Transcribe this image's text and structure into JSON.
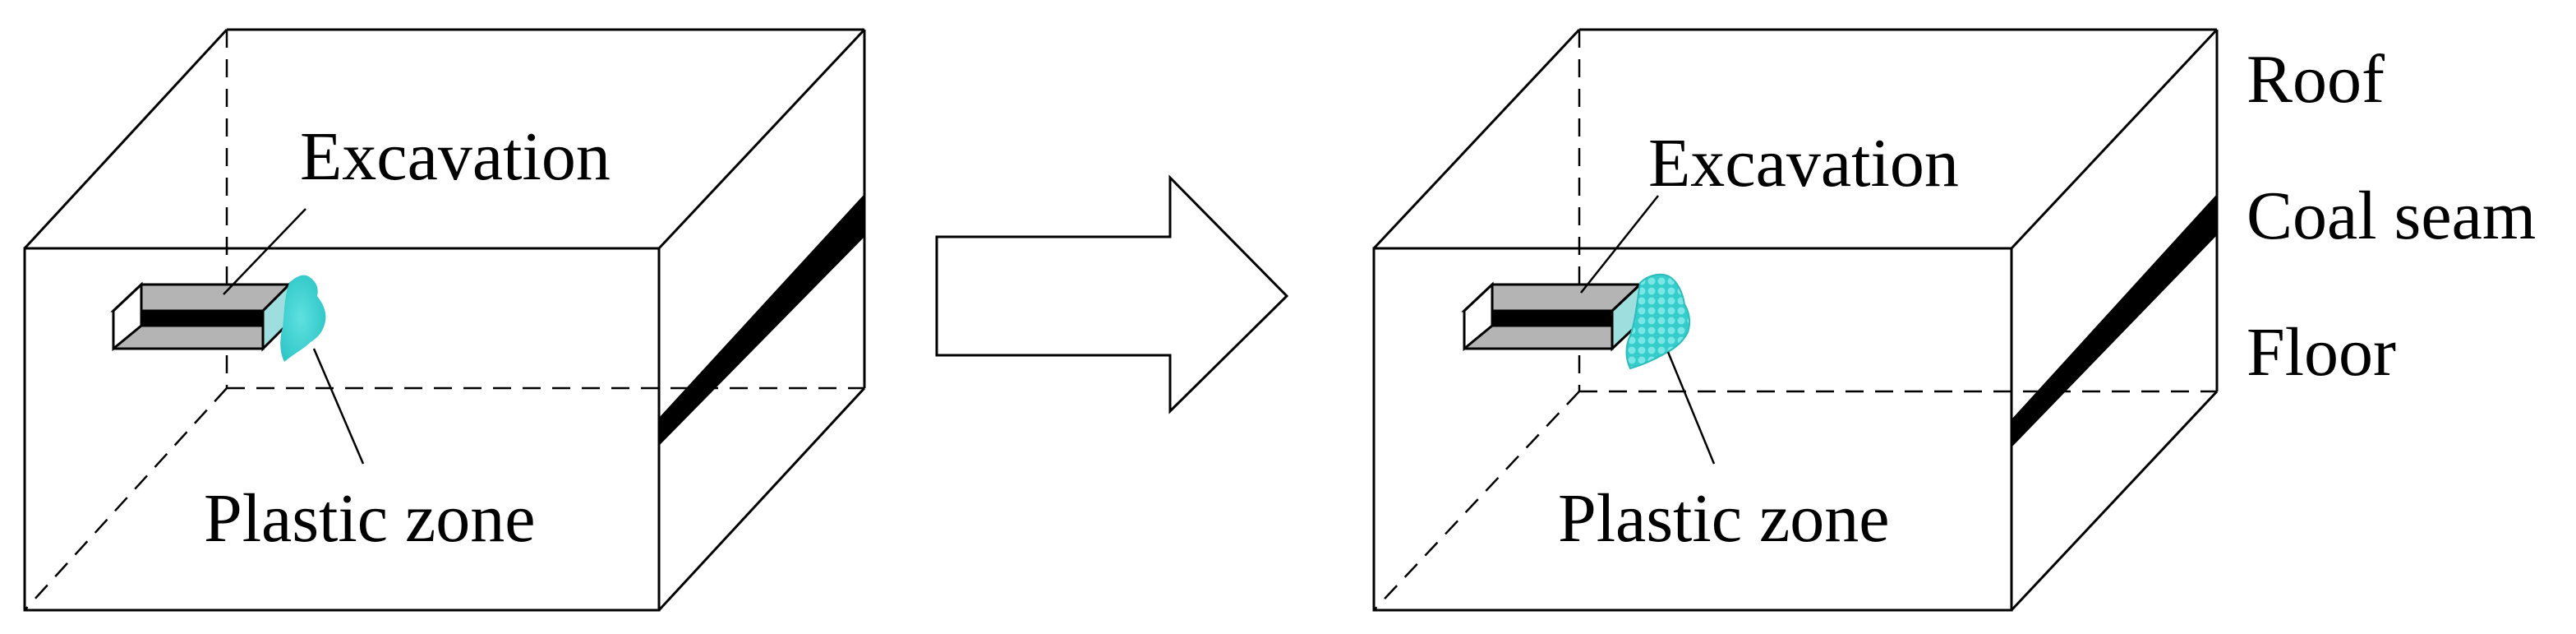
{
  "panels": {
    "left": {
      "excavation_label": "Excavation",
      "plastic_zone_label": "Plastic zone"
    },
    "right": {
      "excavation_label": "Excavation",
      "plastic_zone_label": "Plastic zone"
    }
  },
  "strata_labels": {
    "roof": "Roof",
    "coal_seam": "Coal seam",
    "floor": "Floor"
  },
  "colors": {
    "plastic_zone": "#3fd3d3",
    "excavation_face": "#b4b4b4",
    "coal_seam": "#000000"
  }
}
